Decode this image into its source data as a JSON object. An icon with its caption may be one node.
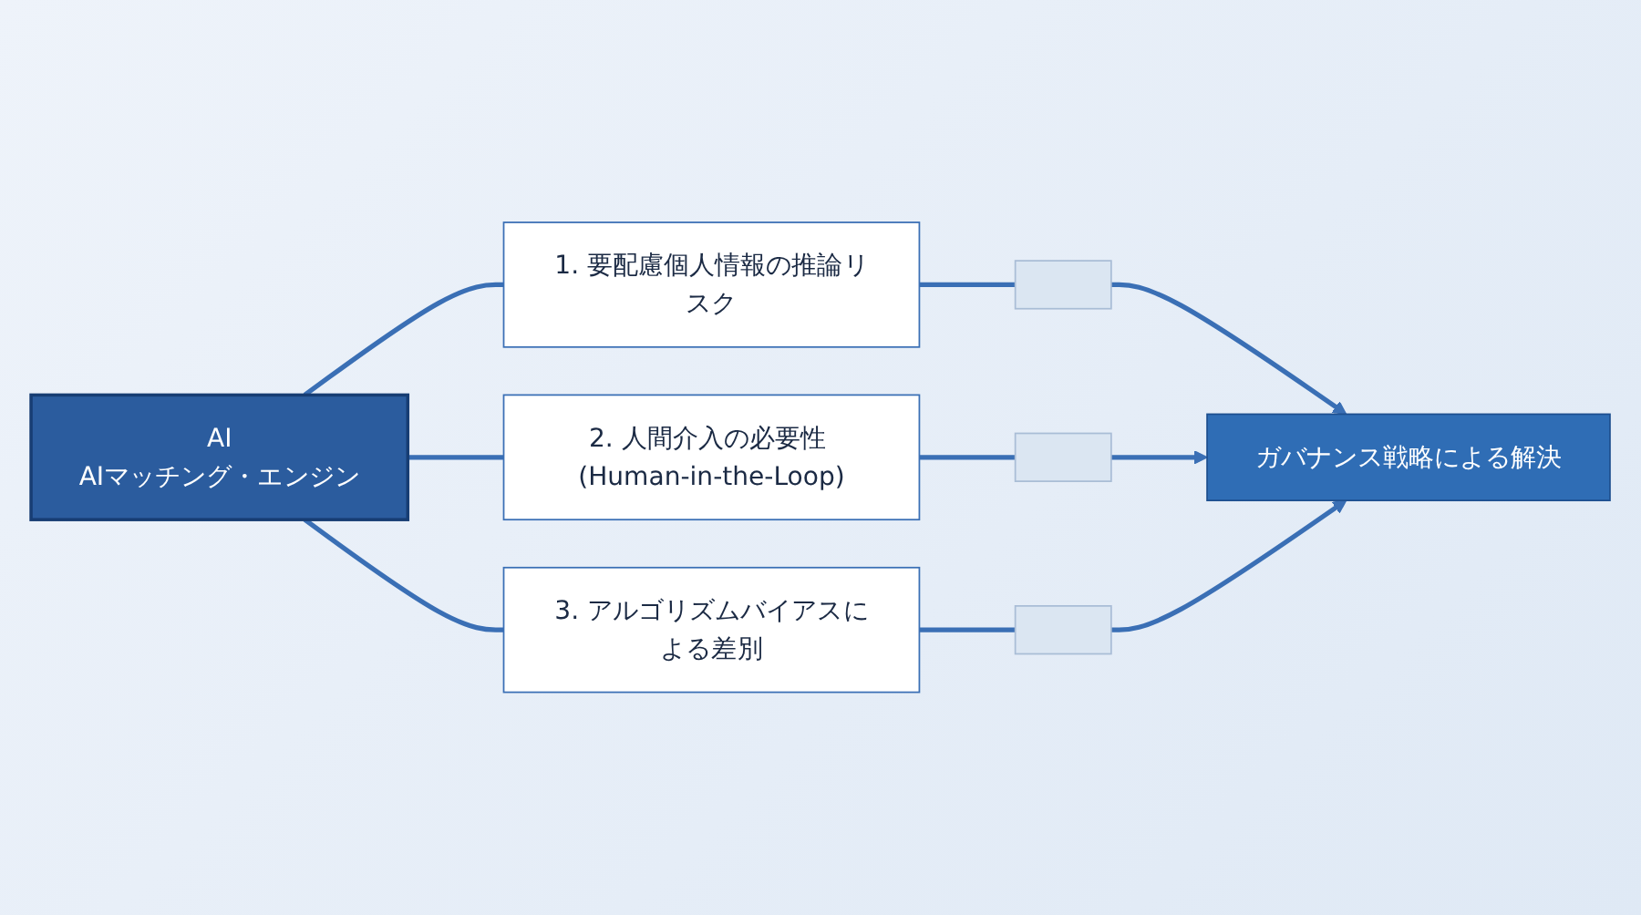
{
  "diagram": {
    "nodes": [
      {
        "text": [
          "AI",
          "AIマッチング・エンジン"
        ]
      },
      {
        "text": [
          "1. 要配慮個人情報の推論リスク"
        ]
      },
      {
        "text": [
          "2. 人間介入の必要性 (Human-in-the-Loop)"
        ]
      },
      {
        "text": [
          "3. アルゴリズムバイアスによる差別"
        ]
      },
      {
        "text": [],
        "shape": "box"
      },
      {
        "text": [],
        "shape": "box"
      },
      {
        "text": [],
        "shape": "box"
      },
      {
        "text": [
          "ガバナンス戦略による解決"
        ]
      }
    ],
    "edges": [
      {
        "from": 0,
        "to": 1,
        "arrow": "none"
      },
      {
        "from": 0,
        "to": 2,
        "arrow": "none"
      },
      {
        "from": 0,
        "to": 3,
        "arrow": "none"
      },
      {
        "from": 1,
        "to": 4,
        "arrow": "none"
      },
      {
        "from": 2,
        "to": 5,
        "arrow": "none"
      },
      {
        "from": 3,
        "to": 6,
        "arrow": "none"
      },
      {
        "from": 4,
        "to": 7,
        "arrow": "to"
      },
      {
        "from": 5,
        "to": 7,
        "arrow": "to"
      },
      {
        "from": 6,
        "to": 7,
        "arrow": "to"
      }
    ]
  }
}
